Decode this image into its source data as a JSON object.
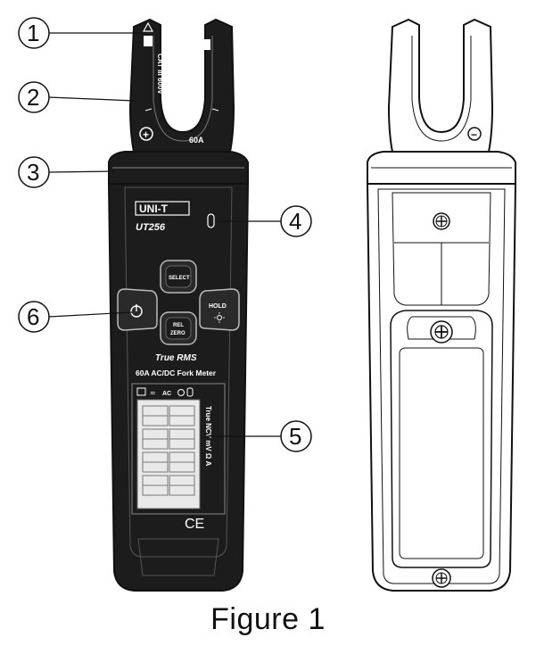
{
  "caption": "Figure 1",
  "callouts": [
    "1",
    "2",
    "3",
    "4",
    "5",
    "6"
  ],
  "front": {
    "jaw_rating": "CAT III 600V",
    "jaw_current": "60A",
    "brand": "UNI-T",
    "model": "UT256",
    "buttons": {
      "select": "SELECT",
      "hold": "HOLD",
      "rel_line1": "REL",
      "rel_line2": "ZERO"
    },
    "true_rms": "True RMS",
    "description": "60A AC/DC Fork Meter",
    "lcd_side_labels": "True NCV  mV  Ω  A",
    "ce_mark": "CE",
    "plus_sign": "+",
    "minus_sign": "−"
  },
  "colors": {
    "body": "#1c1c1c",
    "outline": "#111111",
    "screen": "#e9e9e9",
    "highlight": "#ffffff"
  }
}
